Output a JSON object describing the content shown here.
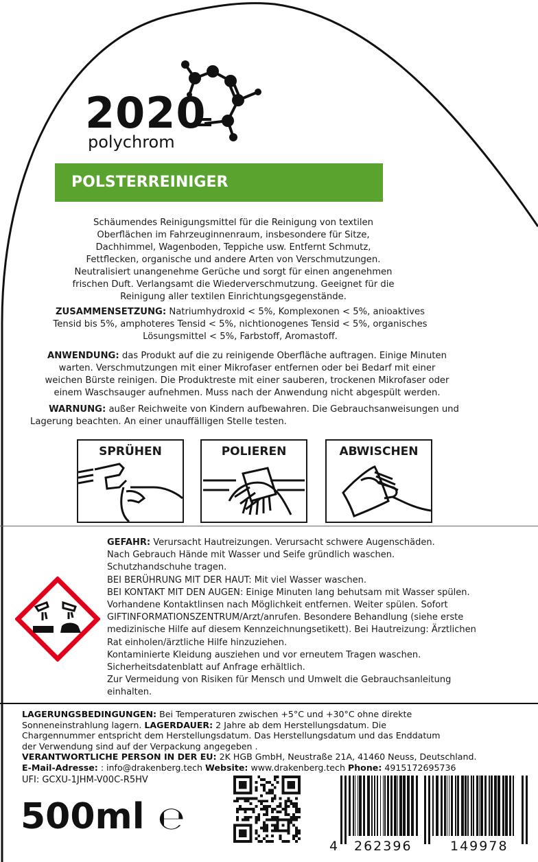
{
  "logo": {
    "number": "2020",
    "name": "polychrom",
    "icon": "molecule-icon"
  },
  "product_name": "POLSTERREINIGER",
  "description": [
    "Schäumendes Reinigungsmittel für die Reinigung von textilen",
    "Oberflächen im Fahrzeuginnenraum, insbesondere für Sitze,",
    "Dachhimmel, Wagenboden, Teppiche usw. Entfernt Schmutz,",
    "Fettflecken, organische und andere Arten von Verschmutzungen.",
    "Neutralisiert unangenehme Gerüche und sorgt für einen angenehmen",
    "frischen Duft. Verlangsamt die Wiederverschmutzung. Geeignet für die",
    "Reinigung aller textilen Einrichtungsgegenstände."
  ],
  "composition": {
    "label": "ZUSAMMENSETZUNG:",
    "line1": " Natriumhydroxid < 5%, Komplexonen < 5%, anioaktives",
    "line2": "Tensid bis 5%, amphoteres Tensid < 5%, nichtionogenes Tensid < 5%, organisches",
    "line3": "Lösungsmittel < 5%, Farbstoff, Aromastoff."
  },
  "usage": {
    "label": "ANWENDUNG:",
    "line1": " das Produkt auf die zu reinigende Oberfläche auftragen. Einige Minuten",
    "line2": "warten. Verschmutzungen mit einer Mikrofaser entfernen oder bei Bedarf mit einer",
    "line3": "weichen Bürste reinigen. Die Produktreste mit einer sauberen, trockenen Mikrofaser oder",
    "line4": "einem Waschsauger aufnehmen. Muss nach der Anwendung nicht abgespült werden."
  },
  "warning": {
    "label": "WARNUNG:",
    "line1": " außer Reichweite von Kindern aufbewahren. Die Gebrauchsanweisungen und",
    "line2": "Lagerung beachten. An einer unauffälligen Stelle testen."
  },
  "steps": [
    {
      "label": "SPRÜHEN",
      "icon": "spray-bottle-icon"
    },
    {
      "label": "POLIEREN",
      "icon": "brush-hand-icon"
    },
    {
      "label": "ABWISCHEN",
      "icon": "cloth-hand-icon"
    }
  ],
  "hazard": {
    "icon": "ghs-corrosion-icon",
    "label": "GEFAHR:",
    "first": " Verursacht Hautreizungen. Verursacht schwere Augenschäden.",
    "lines": [
      "Nach Gebrauch Hände mit Wasser und Seife gründlich waschen.",
      "Schutzhandschuhe tragen.",
      "BEI BERÜHRUNG MIT DER HAUT: Mit viel Wasser waschen.",
      "BEI KONTAKT MIT DEN AUGEN: Einige Minuten lang behutsam mit Wasser spülen.",
      "Vorhandene Kontaktlinsen nach Möglichkeit entfernen. Weiter spülen. Sofort",
      "GIFTINFORMATIONSZENTRUM/Arzt/anrufen. Besondere Behandlung (siehe erste",
      "medizinische Hilfe auf diesem Kennzeichnungsetikett). Bei Hautreizung: Ärztlichen",
      "Rat einholen/ärztliche Hilfe hinzuziehen.",
      "Kontaminierte Kleidung ausziehen und vor erneutem Tragen waschen.",
      "Sicherheitsdatenblatt auf Anfrage erhältlich.",
      "Zur Vermeidung von Risiken für Mensch und Umwelt die Gebrauchsanleitung",
      "einhalten."
    ]
  },
  "storage": {
    "label": "LAGERUNGSBEDINGUNGEN:",
    "text1": " Bei Temperaturen zwischen +5°C und +30°C ohne direkte",
    "text2a": "Sonneneinstrahlung lagern. ",
    "shelf_label": "LAGERDAUER:",
    "text2b": " 2 Jahre ab dem Herstellungsdatum. Die",
    "text3": "Chargennummer entspricht dem Herstellungsdatum. Das Herstellungsdatum und das Enddatum",
    "text4": "der Verwendung sind auf der Verpackung angegeben ."
  },
  "responsible": {
    "label": "VERANTWORTLICHE PERSON IN DER EU:",
    "text": " 2K HGB GmbH, Neustraße 21A, 41460 Neuss, Deutschland."
  },
  "contact": {
    "email_label": "E-Mail-Adresse:",
    "email": " : info@drakenberg.tech ",
    "website_label": "Website:",
    "website": " www.drakenberg.tech  ",
    "phone_label": "Phone:",
    "phone": " 4915172695736"
  },
  "ufi": "UFI: GCXU-1JHM-V00C-R5HV",
  "volume": "500ml",
  "estimated_sign": "℮",
  "qr_icon": "qr-code-icon",
  "barcode": {
    "icon": "barcode-icon",
    "d1": "4",
    "d2": "262396",
    "d3": "149978"
  }
}
